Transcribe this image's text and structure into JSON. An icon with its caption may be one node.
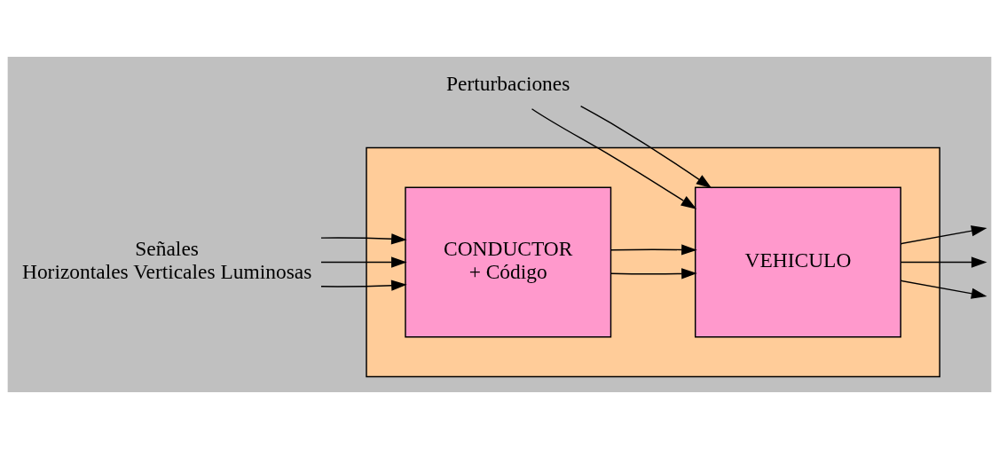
{
  "diagram": {
    "nodes": [
      {
        "text": [
          "Perturbaciones"
        ]
      },
      {
        "text": [
          "Señales",
          "Horizontales Verticales Luminosas"
        ]
      },
      {
        "text": [],
        "shape": "box"
      },
      {
        "text": [
          "CONDUCTOR",
          "+ Código"
        ],
        "in": 2
      },
      {
        "text": [
          "VEHICULO"
        ],
        "in": 2
      }
    ],
    "edges": [
      {
        "from": 1,
        "to": 3,
        "arrow": "to"
      },
      {
        "from": 1,
        "to": 3,
        "arrow": "to"
      },
      {
        "from": 1,
        "to": 3,
        "arrow": "to"
      },
      {
        "from": 3,
        "to": 4,
        "arrow": "to"
      },
      {
        "from": 3,
        "to": 4,
        "arrow": "to"
      },
      {
        "from": 0,
        "to": 4,
        "arrow": "to"
      },
      {
        "from": 0,
        "to": 4,
        "arrow": "to"
      },
      {
        "from": 4,
        "to": null,
        "arrow": "to"
      },
      {
        "from": 4,
        "to": null,
        "arrow": "to"
      },
      {
        "from": 4,
        "to": null,
        "arrow": "to"
      }
    ]
  }
}
